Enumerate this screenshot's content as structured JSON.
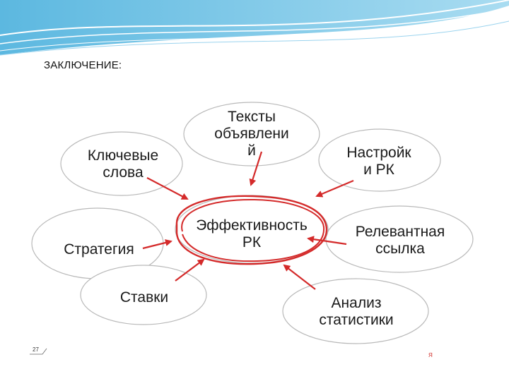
{
  "slide": {
    "title": "ЗАКЛЮЧЕНИЕ:",
    "page_number": "27",
    "watermark": "я"
  },
  "diagram": {
    "center": {
      "lines": [
        "Эффективность",
        "РК"
      ]
    },
    "nodes": [
      {
        "id": "texts",
        "lines": [
          "Тексты",
          "объявлени",
          "й"
        ]
      },
      {
        "id": "keywords",
        "lines": [
          "Ключевые",
          "слова"
        ]
      },
      {
        "id": "settings",
        "lines": [
          "Настройк",
          "и РК"
        ]
      },
      {
        "id": "strategy",
        "lines": [
          "Стратегия"
        ]
      },
      {
        "id": "relevant-link",
        "lines": [
          "Релевантная",
          "ссылка"
        ]
      },
      {
        "id": "bids",
        "lines": [
          "Ставки"
        ]
      },
      {
        "id": "stats",
        "lines": [
          "Анализ",
          "статистики"
        ]
      }
    ]
  },
  "colors": {
    "arrow": "#d42a2a",
    "ellipse_stroke": "#b9b9b9",
    "header_blue": "#6ec3e6"
  }
}
